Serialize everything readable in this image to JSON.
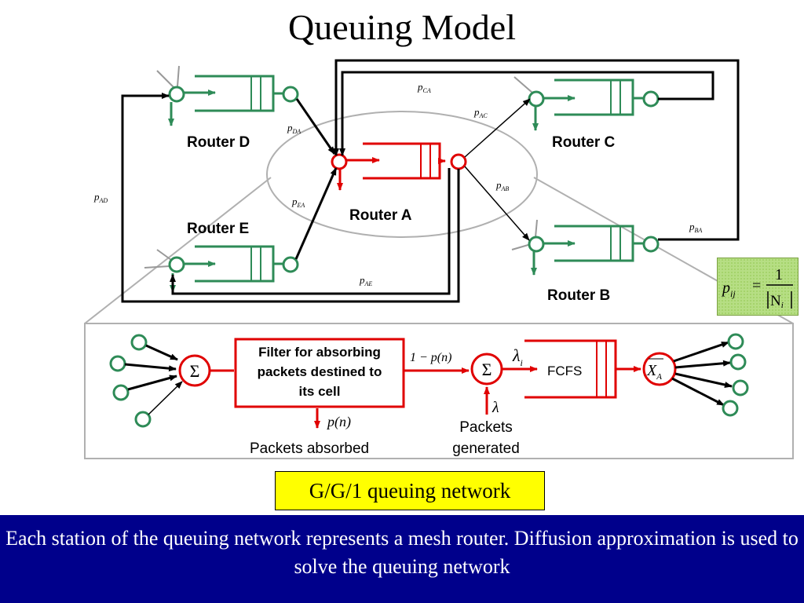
{
  "title": "Queuing Model",
  "routers": {
    "a": "Router A",
    "b": "Router B",
    "c": "Router C",
    "d": "Router D",
    "e": "Router E"
  },
  "probabilities": {
    "ca": {
      "main": "p",
      "sub": "CA"
    },
    "ac": {
      "main": "p",
      "sub": "AC"
    },
    "da": {
      "main": "p",
      "sub": "DA"
    },
    "ab": {
      "main": "p",
      "sub": "AB"
    },
    "ad": {
      "main": "p",
      "sub": "AD"
    },
    "ea": {
      "main": "p",
      "sub": "EA"
    },
    "ba": {
      "main": "p",
      "sub": "BA"
    },
    "ae": {
      "main": "p",
      "sub": "AE"
    }
  },
  "formula": {
    "lhs": "p",
    "lhs_sub": "ij",
    "equals": "=",
    "numerator": "1",
    "denominator": "N",
    "denominator_sub": "i"
  },
  "detail": {
    "sum_symbol": "Σ",
    "filter_lines": [
      "Filter for absorbing",
      "packets destined to",
      "its cell"
    ],
    "absorbed_prob": "p(n)",
    "absorbed_label": "Packets absorbed",
    "pass_prob": "1 − p(n)",
    "lambda_i": "λ",
    "lambda_i_sub": "i",
    "lambda": "λ",
    "generated_lines": [
      "Packets",
      "generated"
    ],
    "fcfs": "FCFS",
    "output_main": "X",
    "output_sub": "A"
  },
  "caption": "G/G/1 queuing network",
  "footer": "Each station of the queuing network represents a mesh router. Diffusion approximation is used to solve the queuing network",
  "colors": {
    "green": "#2e8b57",
    "red": "#e00000",
    "footer_bg": "#00008b",
    "caption_bg": "#ffff00",
    "formula_bg": "#b6de84"
  }
}
